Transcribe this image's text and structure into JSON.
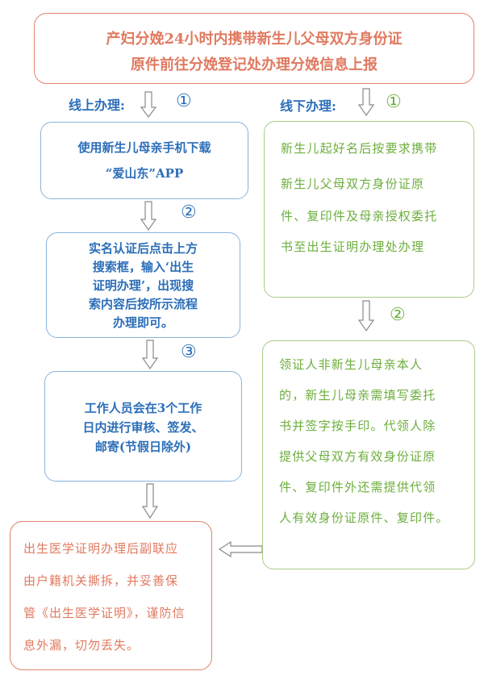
{
  "header": {
    "line1": "产妇分娩24小时内携带新生儿父母双方身份证",
    "line2": "原件前往分娩登记处办理分娩信息上报"
  },
  "online": {
    "label": "线上办理:",
    "step1": "①",
    "step2": "②",
    "step3": "③",
    "box1": [
      "使用新生儿母亲手机下载",
      "“爱山东”APP"
    ],
    "box2": [
      "实名认证后点击上方",
      "搜索框，输入‘出生",
      "证明办理’，出现搜",
      "索内容后按所示流程",
      "办理即可。"
    ],
    "box3": [
      "工作人员会在3个工作",
      "日内进行审核、签发、",
      "邮寄(节假日除外)"
    ]
  },
  "offline": {
    "label": "线下办理:",
    "step1": "①",
    "step2": "②",
    "box1": [
      "新生儿起好名后按要求携带",
      "新生儿父母双方身份证原",
      "件、复印件及母亲授权委托",
      "书至出生证明办理处办理"
    ],
    "box2": [
      "领证人非新生儿母亲本人",
      "的，新生儿母亲需填写委托",
      "书并签字按手印。代领人除",
      "提供父母双方有效身份证原",
      "件、复印件外还需提供代领",
      "人有效身份证原件、复印件。"
    ]
  },
  "final": [
    "出生医学证明办理后副联应",
    "由户籍机关撕拆，并妥善保",
    "管《出生医学证明》，谨防信",
    "息外漏，切勿丢失。"
  ],
  "colors": {
    "orange": "#e07a60",
    "blue": "#2c6eb8",
    "green": "#6cae3c"
  }
}
